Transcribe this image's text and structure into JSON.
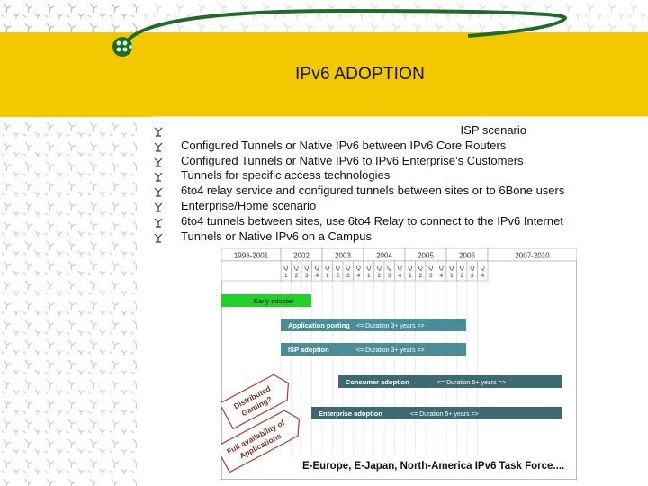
{
  "slide": {
    "title": "IPv6 ADOPTION",
    "bullets": [
      {
        "text": "ISP scenario",
        "centered": true
      },
      {
        "text": "Configured Tunnels or Native IPv6 between IPv6 Core Routers"
      },
      {
        "text": "Configured Tunnels or Native IPv6 to IPv6 Enterprise’s Customers"
      },
      {
        "text": "Tunnels for specific access technologies"
      },
      {
        "text": "6to4 relay service and configured tunnels between sites or to 6Bone users"
      },
      {
        "text": "Enterprise/Home scenario"
      },
      {
        "text": "6to4 tunnels between sites, use 6to4 Relay to connect to the IPv6 Internet"
      },
      {
        "text": "Tunnels or Native IPv6 on a Campus"
      }
    ],
    "colors": {
      "band": "#f2c800",
      "arc": "#1e6b2a",
      "bar": "#4a8d96",
      "early": "#22d02a"
    }
  },
  "timeline": {
    "years": [
      "1996-2001",
      "2002",
      "2003",
      "2004",
      "2005",
      "2006",
      "2007-2010"
    ],
    "quarter_prefix": "Q",
    "quarters": [
      "1",
      "2",
      "3",
      "4"
    ],
    "bars": [
      {
        "label": "Early adopter",
        "color": "#22d02a"
      },
      {
        "label": "Application porting",
        "note": "<=  Duration 3+ years =>",
        "color": "#4a8d96"
      },
      {
        "label": "ISP adoption",
        "note": "<= Duration 3+ years =>",
        "color": "#4a8d96"
      },
      {
        "label": "Consumer adoption",
        "note": "<=   Duration 5+ years =>",
        "color": "#3d6a70"
      },
      {
        "label": "Enterprise adoption",
        "note": "<=   Duration 5+ years =>",
        "color": "#3d6a70"
      }
    ],
    "callouts": [
      {
        "line1": "Distributed",
        "line2": "Gaming?"
      },
      {
        "line1": "Full availability of",
        "line2": "Applications"
      }
    ],
    "caption": "E-Europe, E-Japan, North-America IPv6 Task Force...."
  }
}
